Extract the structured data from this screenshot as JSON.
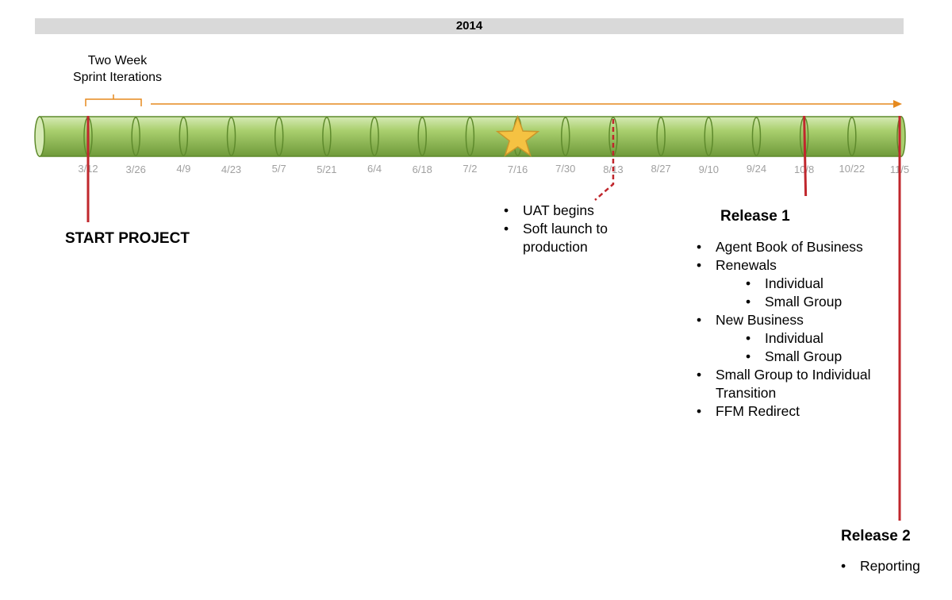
{
  "year": "2014",
  "sprint_label": {
    "line1": "Two Week",
    "line2": "Sprint Iterations"
  },
  "ticks": [
    "3/12",
    "3/26",
    "4/9",
    "4/23",
    "5/7",
    "5/21",
    "6/4",
    "6/18",
    "7/2",
    "7/16",
    "7/30",
    "8/13",
    "8/27",
    "9/10",
    "9/24",
    "10/8",
    "10/22",
    "11/5"
  ],
  "start_label": "START PROJECT",
  "uat": {
    "items": [
      "UAT begins",
      "Soft launch to production"
    ]
  },
  "release1": {
    "title": "Release 1",
    "items": [
      {
        "text": "Agent Book of Business",
        "level": 0
      },
      {
        "text": "Renewals",
        "level": 0
      },
      {
        "text": "Individual",
        "level": 1
      },
      {
        "text": "Small Group",
        "level": 1
      },
      {
        "text": "New Business",
        "level": 0
      },
      {
        "text": "Individual",
        "level": 1
      },
      {
        "text": "Small Group",
        "level": 1
      },
      {
        "text": "Small Group to Individual Transition",
        "level": 0
      },
      {
        "text": "FFM Redirect",
        "level": 0
      }
    ]
  },
  "release2": {
    "title": "Release 2",
    "items": [
      "Reporting"
    ]
  },
  "colors": {
    "pipe_light": "#d6eab5",
    "pipe_mid": "#a9cf6e",
    "pipe_dark": "#6f9a3a",
    "pipe_stroke": "#5e8a2c",
    "marker_red": "#c0272d",
    "arrow_orange": "#e68a1e",
    "star_fill": "#f5c242",
    "star_stroke": "#c9962a",
    "year_bar": "#d9d9d9",
    "tick_gray": "#a0a0a0"
  }
}
